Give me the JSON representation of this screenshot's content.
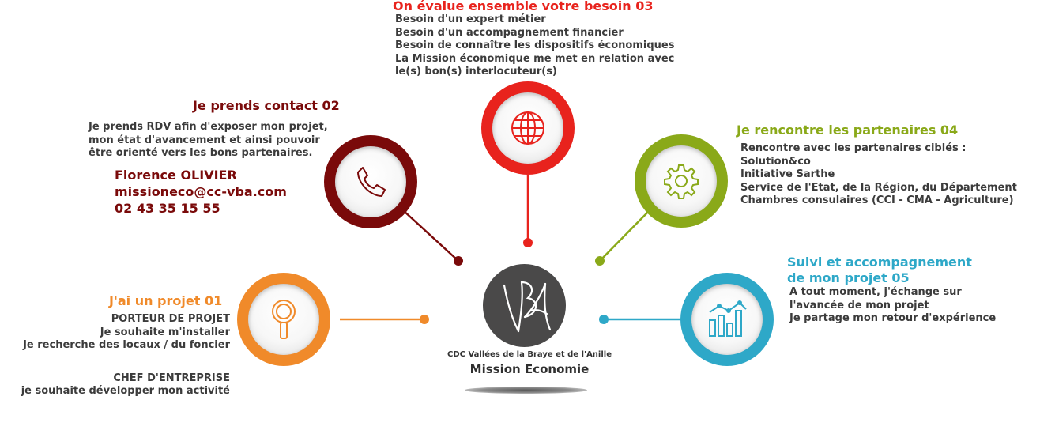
{
  "steps": {
    "s03": {
      "title": "On évalue ensemble votre besoin 03",
      "lines": [
        "Besoin d'un expert métier",
        "Besoin d'un accompagnement financier",
        "Besoin de connaître les dispositifs économiques",
        "La Mission économique me met en relation avec",
        "le(s) bon(s) interlocuteur(s)"
      ],
      "color": "#e8231d",
      "icon": "globe-icon"
    },
    "s02": {
      "title": "Je prends contact 02",
      "lines": [
        "Je prends RDV afin d'exposer mon projet,",
        "mon état d'avancement et ainsi pouvoir",
        "être orienté vers les bons partenaires."
      ],
      "contact": {
        "name": "Florence OLIVIER",
        "email": "missioneco@cc-vba.com",
        "phone": "02 43 35 15 55"
      },
      "color": "#7a0a0a",
      "icon": "phone-icon"
    },
    "s04": {
      "title": "Je rencontre les partenaires 04",
      "lines": [
        "Rencontre avec les partenaires ciblés :",
        "Solution&co",
        "Initiative Sarthe",
        "Service de l'Etat, de la Région, du Département",
        "Chambres consulaires (CCI - CMA - Agriculture)"
      ],
      "color": "#8aa919",
      "icon": "gear-icon"
    },
    "s01": {
      "title": "J'ai un projet 01",
      "lines": [
        "PORTEUR DE PROJET",
        "Je souhaite m'installer",
        "Je recherche des locaux / du foncier",
        "",
        "CHEF D'ENTREPRISE",
        "je souhaite développer mon activité"
      ],
      "color": "#f08a2a",
      "icon": "magnifier-icon"
    },
    "s05": {
      "title_line1": "Suivi et accompagnement",
      "title_line2": "de mon projet 05",
      "lines": [
        "A tout moment, j'échange sur",
        "l'avancée de mon projet",
        "Je partage mon retour d'expérience"
      ],
      "color": "#2ea8c8",
      "icon": "bar-chart-icon"
    }
  },
  "center": {
    "org": "CDC Vallées de la Braye et de l'Anille",
    "mission": "Mission Economie",
    "logo_color": "#4a4949"
  }
}
